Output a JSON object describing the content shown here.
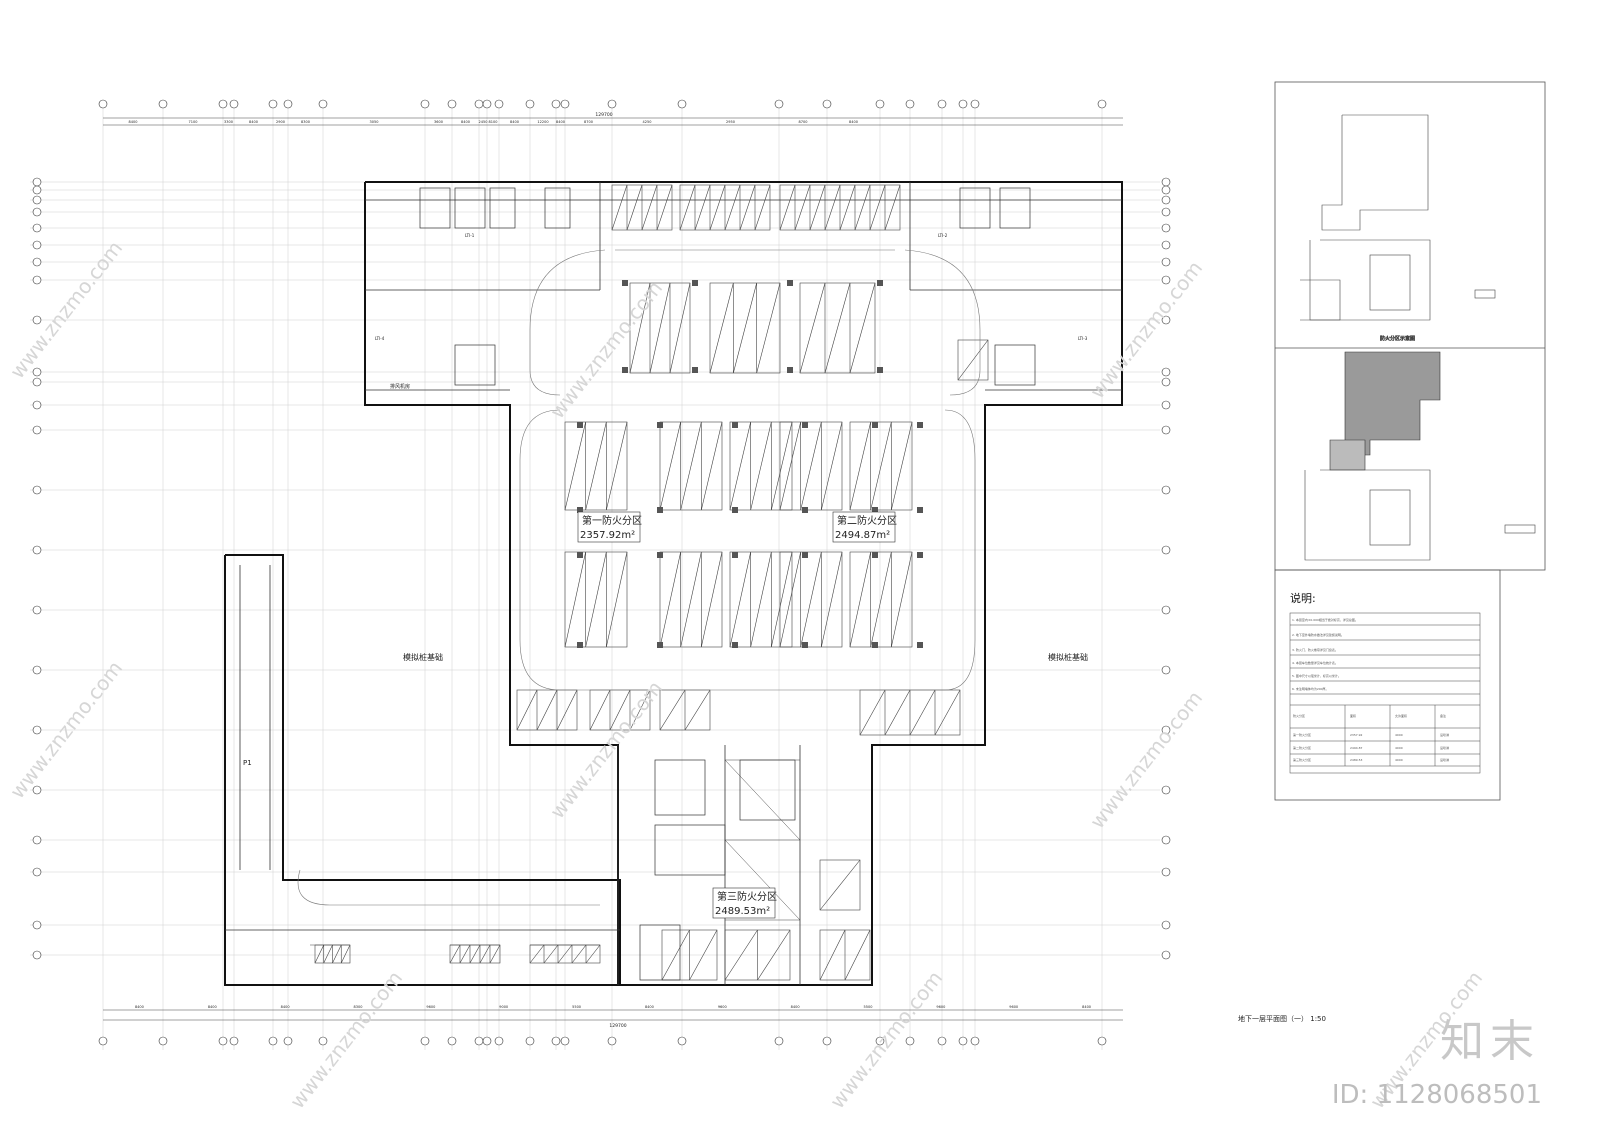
{
  "drawing": {
    "title": "地下一层平面图（一）",
    "scale": "1:50",
    "total_width_dim": "129700",
    "fire_zones": [
      {
        "label": "第一防火分区",
        "area": "2357.92m²"
      },
      {
        "label": "第二防火分区",
        "area": "2494.87m²"
      },
      {
        "label": "第三防火分区",
        "area": "2489.53m²"
      }
    ],
    "foundation_labels": [
      "模拟桩基础",
      "模拟桩基础"
    ],
    "room_labels": [
      "排风机房",
      "P1",
      "LTI-1",
      "LTI-2",
      "LTI-3",
      "LTI-4"
    ],
    "top_dims": [
      "8400",
      "7100",
      "3300",
      "8400",
      "2900",
      "8300",
      "3050",
      "3600",
      "8400",
      "2450",
      "8100",
      "8400",
      "12200",
      "8400",
      "8700",
      "4250",
      "2950",
      "8700",
      "8400"
    ],
    "bottom_dims": [
      "8400",
      "8400",
      "8400",
      "8300",
      "9600",
      "9000",
      "5500",
      "8400",
      "9600",
      "8400",
      "5500",
      "9600",
      "9600",
      "8400"
    ]
  },
  "legend": {
    "title": "说明:",
    "notes": [
      "1. 本层室内±0.000相当于绝对标高，详见总图。",
      "2. 地下室外墙防水做法详见建施说明。",
      "3. 防火门、防火卷帘详见门窗表。",
      "4. 本层车位数量详见车位统计表。",
      "5. 图中尺寸以毫米计，标高以米计。",
      "6. 未注明墙体均为200厚。"
    ],
    "table_headers": [
      "防火分区",
      "面积",
      "允许面积",
      "备注"
    ],
    "table_rows": [
      [
        "第一防火分区",
        "2357.92",
        "4000",
        "设喷淋"
      ],
      [
        "第二防火分区",
        "2494.87",
        "4000",
        "设喷淋"
      ],
      [
        "第三防火分区",
        "2489.53",
        "4000",
        "设喷淋"
      ]
    ]
  },
  "key_plans": [
    {
      "caption": "防火分区示意图"
    },
    {
      "caption": "防火分区示意图"
    }
  ],
  "watermark": {
    "brand": "知末",
    "id": "ID: 1128068501",
    "site": "www.znzmo.com"
  }
}
